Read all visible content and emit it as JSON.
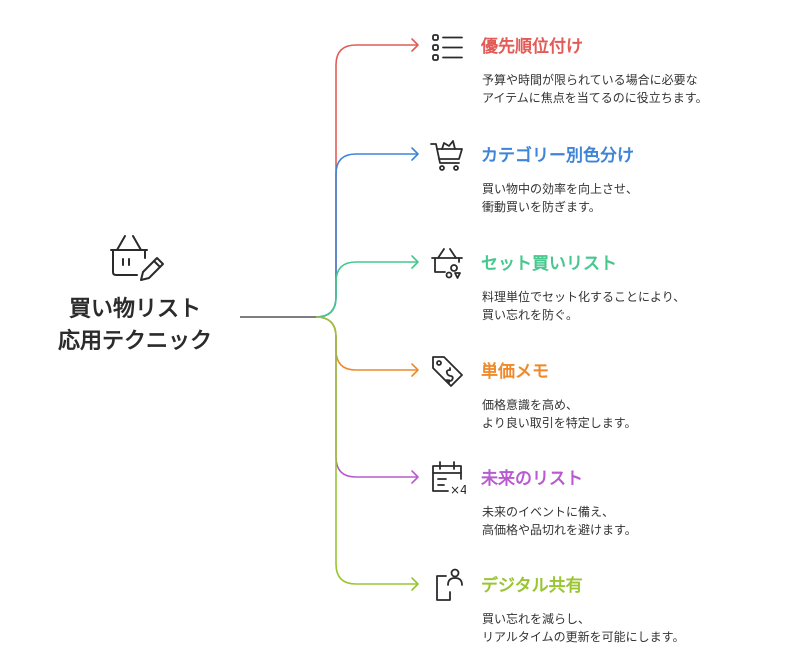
{
  "center": {
    "title_line1": "買い物リスト",
    "title_line2": "応用テクニック",
    "icon": "shopping-basket-pencil-icon"
  },
  "colors": {
    "center_line": "#555555",
    "prioritize": "#e35b57",
    "category": "#3e84d8",
    "set_list": "#45c78e",
    "unit_price": "#ee8a2b",
    "future": "#b85bd0",
    "digital": "#9ac533"
  },
  "branches": [
    {
      "key": "prioritize",
      "title": "優先順位付け",
      "desc_line1": "予算や時間が限られている場合に必要な",
      "desc_line2": "アイテムに焦点を当てるのに役立ちます。",
      "icon": "list-icon"
    },
    {
      "key": "category",
      "title": "カテゴリー別色分け",
      "desc_line1": "買い物中の効率を向上させ、",
      "desc_line2": "衝動買いを防ぎます。",
      "icon": "shopping-cart-icon"
    },
    {
      "key": "set_list",
      "title": "セット買いリスト",
      "desc_line1": "料理単位でセット化することにより、",
      "desc_line2": "買い忘れを防ぐ。",
      "icon": "basket-items-icon"
    },
    {
      "key": "unit_price",
      "title": "単価メモ",
      "desc_line1": "価格意識を高め、",
      "desc_line2": "より良い取引を特定します。",
      "icon": "price-tag-icon"
    },
    {
      "key": "future",
      "title": "未来のリスト",
      "desc_line1": "未来のイベントに備え、",
      "desc_line2": "高価格や品切れを避けます。",
      "icon": "calendar-icon",
      "icon_text": "×4"
    },
    {
      "key": "digital",
      "title": "デジタル共有",
      "desc_line1": "買い忘れを減らし、",
      "desc_line2": "リアルタイムの更新を可能にします。",
      "icon": "phone-user-icon"
    }
  ]
}
